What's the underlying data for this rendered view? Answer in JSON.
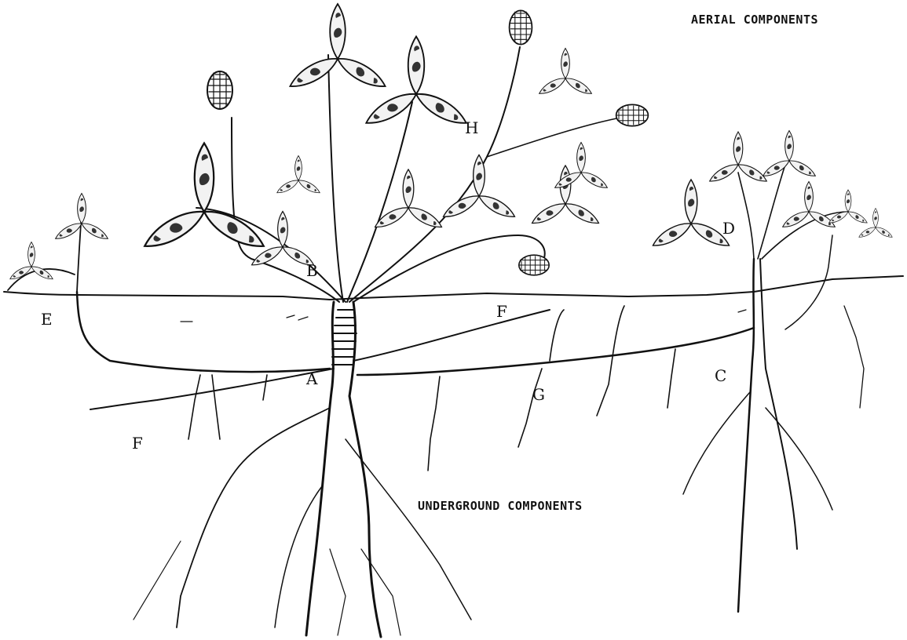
{
  "captions": {
    "aerial": "AERIAL COMPONENTS",
    "underground": "UNDERGROUND COMPONENTS"
  },
  "labels": {
    "A": "A",
    "B": "B",
    "C": "C",
    "D": "D",
    "E": "E",
    "F_upper": "F",
    "F_lower": "F",
    "G": "G",
    "H": "H"
  }
}
